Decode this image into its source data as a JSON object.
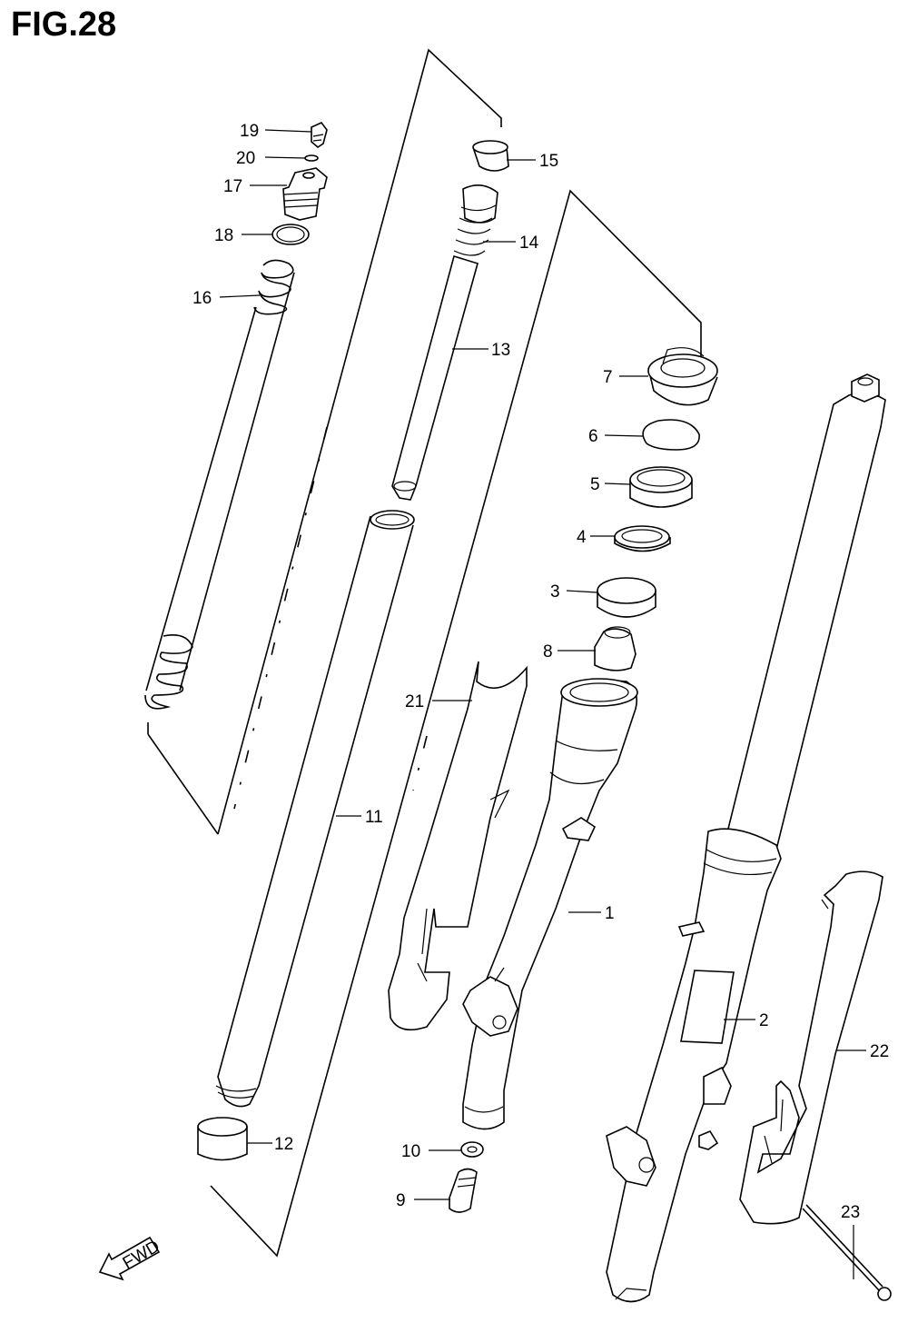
{
  "figure": {
    "title": "FIG.28"
  },
  "colors": {
    "ink": "#000000",
    "paper": "#ffffff"
  },
  "direction_marker": {
    "label": "FWD",
    "icon": "forward-arrow-icon"
  },
  "callouts": [
    {
      "id": "1",
      "label": "1"
    },
    {
      "id": "2",
      "label": "2"
    },
    {
      "id": "3",
      "label": "3"
    },
    {
      "id": "4",
      "label": "4"
    },
    {
      "id": "5",
      "label": "5"
    },
    {
      "id": "6",
      "label": "6"
    },
    {
      "id": "7",
      "label": "7"
    },
    {
      "id": "8",
      "label": "8"
    },
    {
      "id": "9",
      "label": "9"
    },
    {
      "id": "10",
      "label": "10"
    },
    {
      "id": "11",
      "label": "11"
    },
    {
      "id": "12",
      "label": "12"
    },
    {
      "id": "13",
      "label": "13"
    },
    {
      "id": "14",
      "label": "14"
    },
    {
      "id": "15",
      "label": "15"
    },
    {
      "id": "16",
      "label": "16"
    },
    {
      "id": "17",
      "label": "17"
    },
    {
      "id": "18",
      "label": "18"
    },
    {
      "id": "19",
      "label": "19"
    },
    {
      "id": "20",
      "label": "20"
    },
    {
      "id": "21",
      "label": "21"
    },
    {
      "id": "22",
      "label": "22"
    },
    {
      "id": "23",
      "label": "23"
    }
  ]
}
